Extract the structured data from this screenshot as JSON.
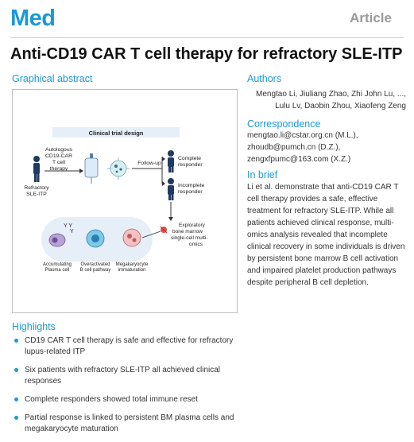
{
  "header": {
    "journal": "Med",
    "article_type": "Article"
  },
  "title": "Anti-CD19 CAR T cell therapy for refractory SLE-ITP",
  "graphical_abstract": {
    "heading": "Graphical abstract",
    "banner": "Clinical trial design",
    "autologous": [
      "Autologous",
      "CD19-CAR",
      "T cell",
      "therapy"
    ],
    "patient": [
      "Refractory",
      "SLE-ITP"
    ],
    "follow_up": "Follow-up",
    "complete": [
      "Complete",
      "responder"
    ],
    "incomplete": [
      "Incomplete",
      "responder"
    ],
    "exploratory": [
      "Exploratory",
      "bone marrow",
      "single-cell multi-",
      "omics"
    ],
    "cell_labels": {
      "plasma": [
        "Accumulating",
        "Plasma cell"
      ],
      "bcell": [
        "Overactivated",
        "B cell pathway"
      ],
      "mega": [
        "Megakaryocyte",
        "immaturation"
      ]
    }
  },
  "authors": {
    "heading": "Authors",
    "lines": [
      "Mengtao Li, Jiuliang Zhao, Zhi John Lu, ...,",
      "Lulu Lv, Daobin Zhou, Xiaofeng Zeng"
    ]
  },
  "correspondence": {
    "heading": "Correspondence",
    "lines": [
      "mengtao.li@cstar.org.cn (M.L.),",
      "zhoudb@pumch.cn (D.Z.),",
      "zengxfpumc@163.com (X.Z.)"
    ]
  },
  "in_brief": {
    "heading": "In brief",
    "text": "Li et al. demonstrate that anti-CD19 CAR T cell therapy provides a safe, effective treatment for refractory SLE-ITP. While all patients achieved clinical response, multi-omics analysis revealed that incomplete clinical recovery in some individuals is driven by persistent bone marrow B cell activation and impaired platelet production pathways despite peripheral B cell depletion."
  },
  "highlights": {
    "heading": "Highlights",
    "items": [
      "CD19 CAR T cell therapy is safe and effective for refractory lupus-related ITP",
      "Six patients with refractory SLE-ITP all achieved clinical responses",
      "Complete responders showed total immune reset",
      "Partial response is linked to persistent BM plasma cells and megakaryocyte maturation"
    ]
  },
  "colors": {
    "accent": "#1a9ad6",
    "figure_navy": "#1f3b63",
    "band": "#e6eef8"
  }
}
